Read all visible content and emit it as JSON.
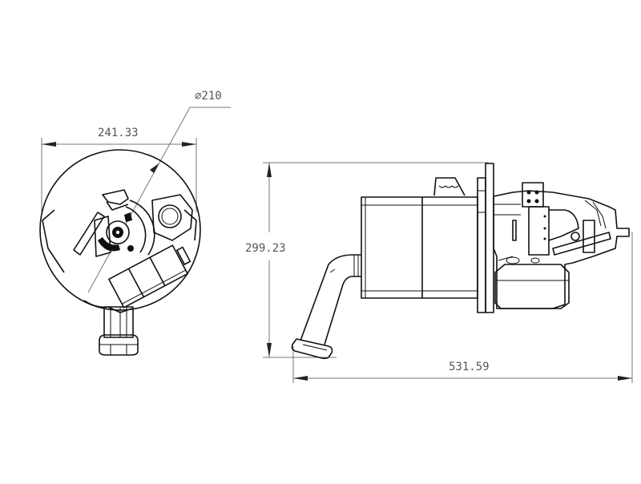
{
  "drawing": {
    "views": [
      {
        "name": "end-view",
        "description": "Front/end view of motor assembly"
      },
      {
        "name": "side-view",
        "description": "Side view of motor assembly with exhaust pipe"
      }
    ],
    "dimensions": {
      "end_view_width": "241.33",
      "end_view_diameter": "∅210",
      "side_view_height": "299.23",
      "side_view_length": "531.59"
    },
    "colors": {
      "line": "#111111",
      "dimension_line": "#777777",
      "dimension_text": "#555555",
      "background": "#ffffff"
    }
  }
}
